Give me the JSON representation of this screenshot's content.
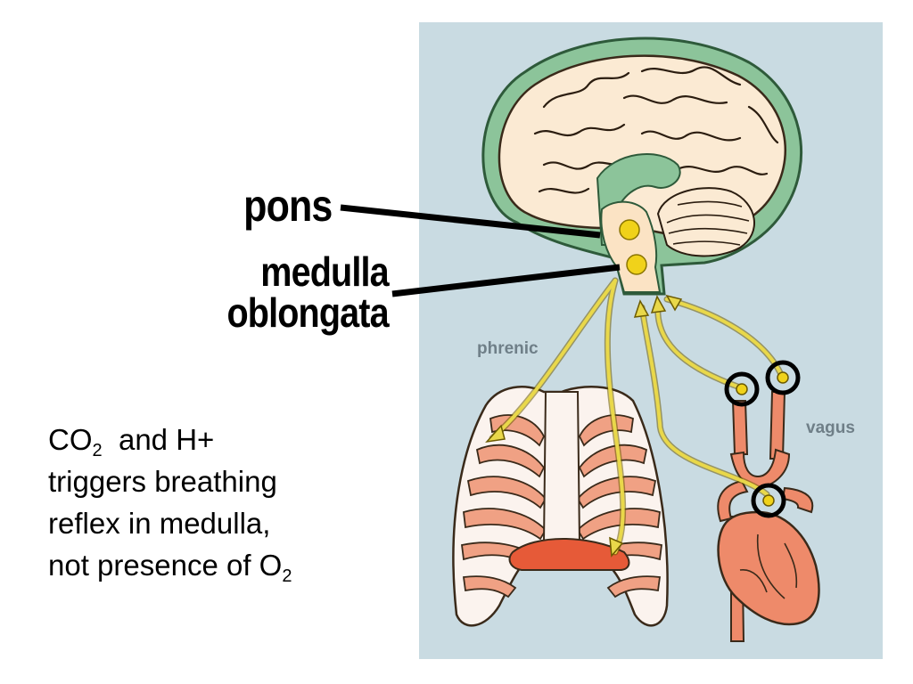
{
  "labels": {
    "pons": "pons",
    "medulla_line1": "medulla",
    "medulla_line2": "oblongata",
    "phrenic": "phrenic",
    "vagus": "vagus"
  },
  "caption": {
    "line1_pre": "CO",
    "line1_sub": "2",
    "line1_post": "  and H+",
    "line2": "triggers breathing",
    "line3": "reflex in medulla,",
    "line4_pre": "not presence of O",
    "line4_sub": "2"
  },
  "colors": {
    "panel": "#c9dbe2",
    "brain_outline": "#8cc49a",
    "brain_fill": "#fbead3",
    "nerve": "#e9d84a",
    "tissue": "#ee8a6a",
    "pointer": "#000000"
  }
}
